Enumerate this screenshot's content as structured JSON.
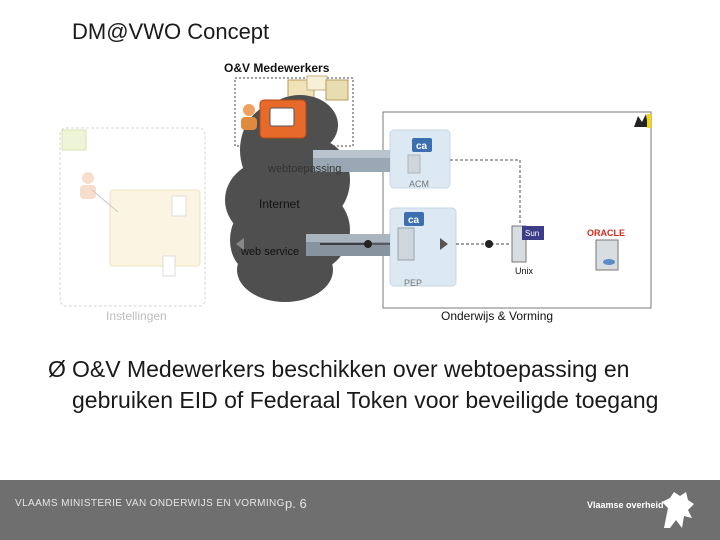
{
  "slide": {
    "title": "DM@VWO Concept"
  },
  "diagram": {
    "labels": {
      "medewerkers": "O&V Medewerkers",
      "webtoepassing": "webtoepassing",
      "internet": "Internet",
      "webservice": "web service",
      "acm": "ACM",
      "pep": "PEP",
      "unix": "Unix",
      "instellingen": "Instellingen",
      "onderwijs_vorming": "Onderwijs & Vorming"
    },
    "logos": {
      "ca": "ca",
      "oracle": "ORACLE",
      "sun": "Sun"
    },
    "colors": {
      "cloud": "#4f4f4f",
      "box_ow": "#7a7a7a",
      "box_inst": "#d6d6d6",
      "highlight": "#e86a2a",
      "ca_blue": "#3b6fb0",
      "oracle_red": "#d52b1e"
    }
  },
  "bullet": {
    "marker": "Ø",
    "text": "O&V Medewerkers beschikken over webtoepassing en gebruiken EID of Federaal Token voor beveiligde toegang"
  },
  "footer": {
    "ministry": "VLAAMS MINISTERIE VAN ONDERWIJS EN VORMING",
    "page": "p. 6",
    "brand": "Vlaamse overheid",
    "background": "#6f6f6f"
  }
}
